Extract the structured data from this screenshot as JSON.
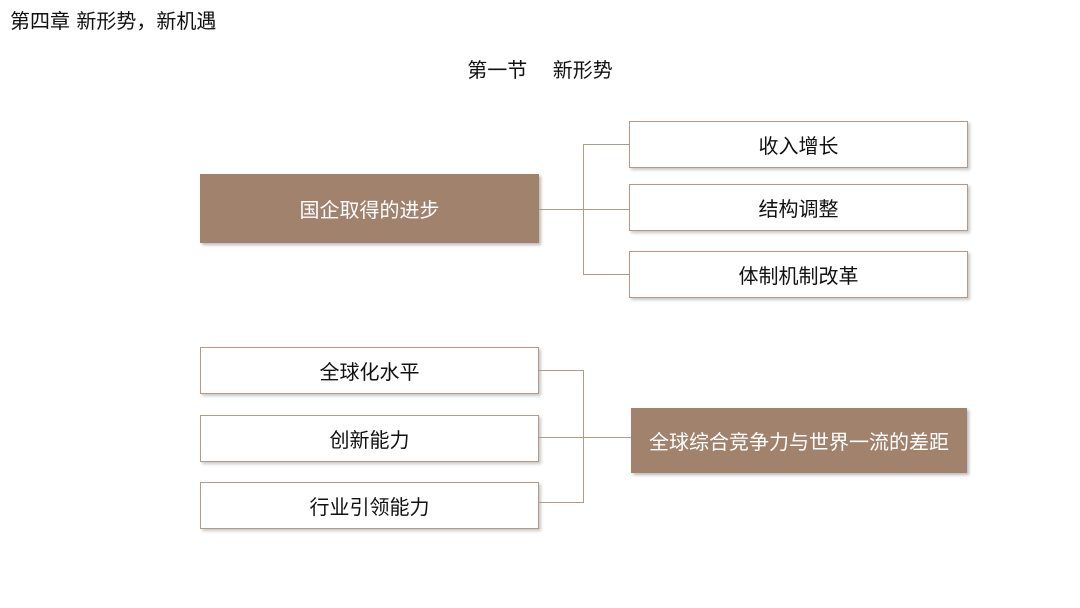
{
  "header": {
    "chapter_title": "第四章 新形势，新机遇",
    "section_title": "第一节    新形势"
  },
  "diagram_top": {
    "source": "国企取得的进步",
    "targets": [
      "收入增长",
      "结构调整",
      "体制机制改革"
    ]
  },
  "diagram_bottom": {
    "sources": [
      "全球化水平",
      "创新能力",
      "行业引领能力"
    ],
    "target": "全球综合竞争力与世界一流的差距"
  },
  "colors": {
    "accent_fill": "#a0826d",
    "border": "#b09a88",
    "text": "#111111"
  }
}
